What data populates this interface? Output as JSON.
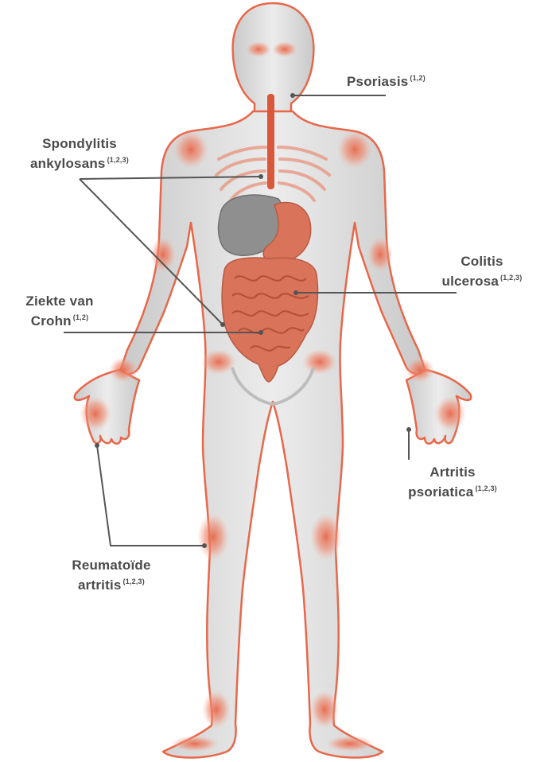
{
  "colors": {
    "body_fill": "#dcdcdc",
    "body_outline": "#e8674a",
    "inflammation": "#e8674a",
    "intestine": "#d9735a",
    "stomach": "#909090",
    "leader_line": "#555555",
    "label_text": "#4a4a4a"
  },
  "labels": {
    "psoriasis": {
      "line1": "Psoriasis",
      "ref1": "(1,2)"
    },
    "spondylitis": {
      "line1": "Spondylitis",
      "line2": "ankylosans",
      "ref2": "(1,2,3)"
    },
    "colitis": {
      "line1": "Colitis",
      "line2": "ulcerosa",
      "ref2": "(1,2,3)"
    },
    "crohn": {
      "line1": "Ziekte van",
      "line2": "Crohn",
      "ref2": "(1,2)"
    },
    "artritis_psoriatica": {
      "line1": "Artritis",
      "line2": "psoriatica",
      "ref2": "(1,2,3)"
    },
    "reumatoide": {
      "line1": "Reumatoïde",
      "line2": "artritis",
      "ref2": "(1,2,3)"
    }
  }
}
